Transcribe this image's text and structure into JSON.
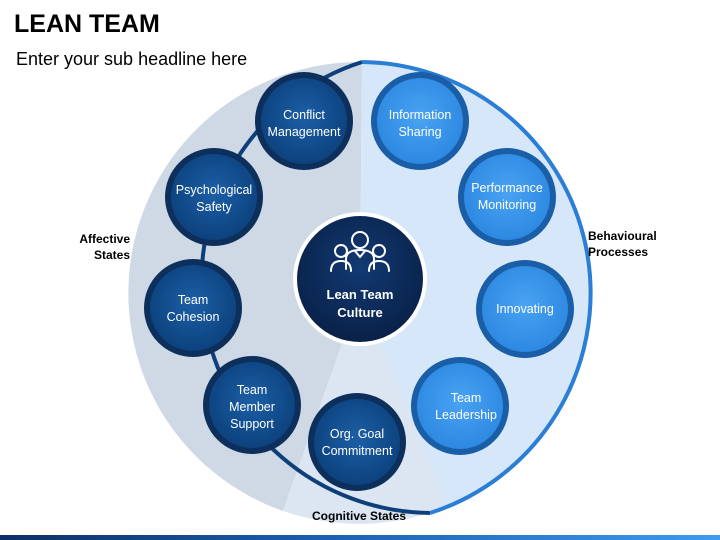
{
  "title": "LEAN TEAM",
  "subtitle": "Enter your sub headline here",
  "center": {
    "line1": "Lean Team",
    "line2": "Culture",
    "icon": "team-icon"
  },
  "sections": {
    "affective": [
      "Affective",
      "States"
    ],
    "behavioural": [
      "Behavioural",
      "Processes"
    ],
    "cognitive": [
      "Cognitive States"
    ]
  },
  "nodes": [
    {
      "id": "conflict-management",
      "group": "dark",
      "lines": [
        "Conflict",
        "Management"
      ]
    },
    {
      "id": "information-sharing",
      "group": "light",
      "lines": [
        "Information",
        "Sharing"
      ]
    },
    {
      "id": "performance-monitoring",
      "group": "light",
      "lines": [
        "Performance",
        "Monitoring"
      ]
    },
    {
      "id": "innovating",
      "group": "light",
      "lines": [
        "Innovating"
      ]
    },
    {
      "id": "team-leadership",
      "group": "light",
      "lines": [
        "Team",
        "Leadership"
      ]
    },
    {
      "id": "org-goal-commitment",
      "group": "dark",
      "lines": [
        "Org. Goal",
        "Commitment"
      ]
    },
    {
      "id": "team-member-support",
      "group": "dark",
      "lines": [
        "Team",
        "Member",
        "Support"
      ]
    },
    {
      "id": "team-cohesion",
      "group": "dark",
      "lines": [
        "Team",
        "Cohesion"
      ]
    },
    {
      "id": "psychological-safety",
      "group": "dark",
      "lines": [
        "Psychological",
        "Safety"
      ]
    }
  ],
  "colors": {
    "dark_node": "#0e4e8f",
    "light_node": "#3b96ec",
    "center": "#0b2a57",
    "ring_dark": "#0d3f7a",
    "ring_light": "#2a7ed6"
  }
}
